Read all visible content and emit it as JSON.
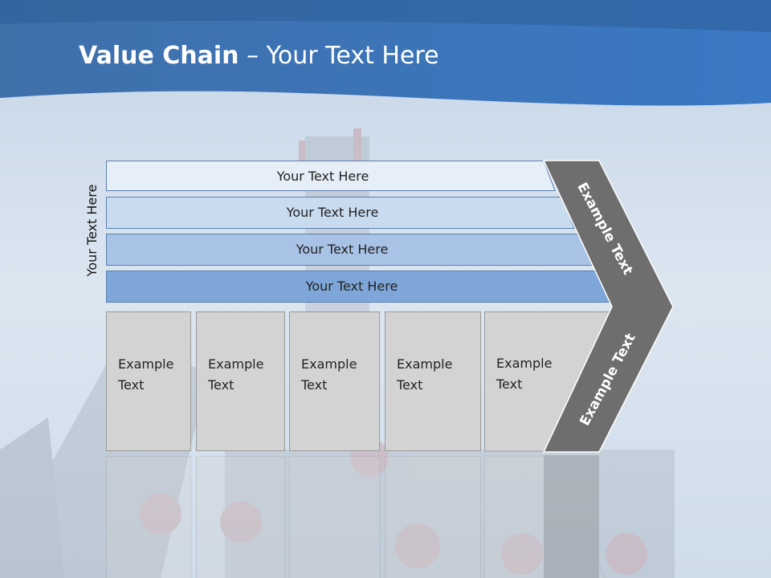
{
  "title": {
    "bold": "Value Chain",
    "rest": " – Your Text Here"
  },
  "side_label": "Your Text Here",
  "bands": [
    {
      "label": "Your Text Here"
    },
    {
      "label": "Your Text Here"
    },
    {
      "label": "Your Text Here"
    },
    {
      "label": "Your Text Here"
    }
  ],
  "boxes": [
    {
      "line1": "Example",
      "line2": "Text"
    },
    {
      "line1": "Example",
      "line2": "Text"
    },
    {
      "line1": "Example",
      "line2": "Text"
    },
    {
      "line1": "Example",
      "line2": "Text"
    },
    {
      "line1": "Example",
      "line2": "Text"
    }
  ],
  "chevron": {
    "top_label": "Example Text",
    "bottom_label": "Example Text"
  },
  "colors": {
    "header_blue": "#3a6fae",
    "band1": "#e6eef8",
    "band2": "#c9dbef",
    "band3": "#a9c3e6",
    "band4": "#7fa6d9",
    "box_gray": "#d3d3d3",
    "chevron_gray": "#6e6e6e"
  }
}
